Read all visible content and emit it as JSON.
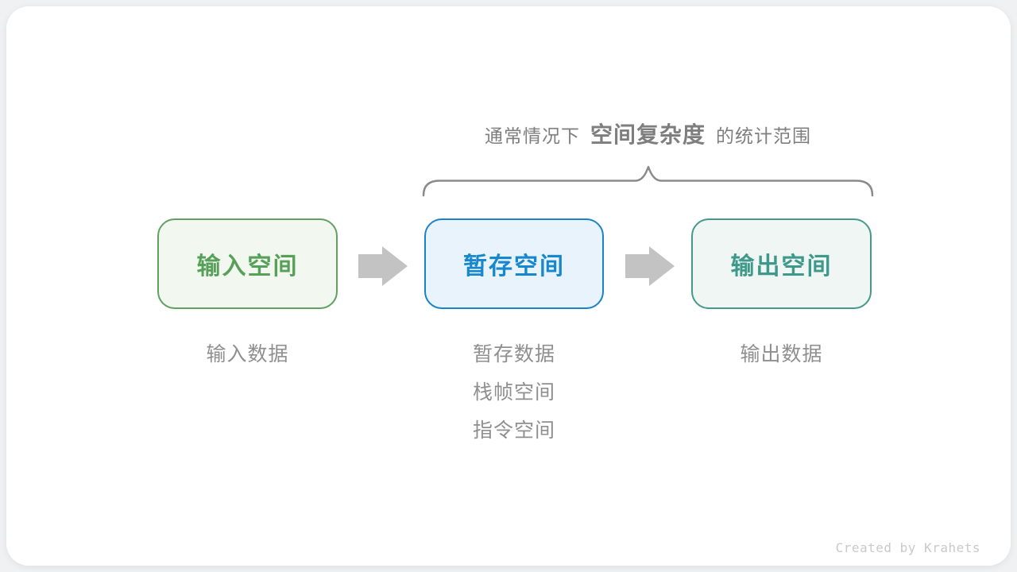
{
  "colors": {
    "page_bg": "#f0f1f2",
    "card_bg": "#ffffff",
    "annotation_text": "#7e7e7e",
    "brace": "#8a8a8a",
    "arrow": "#c3c3c3",
    "sublabel_text": "#8f8f8f",
    "credit_text": "#c9c9c9"
  },
  "annotation": {
    "prefix": "通常情况下",
    "highlight": "空间复杂度",
    "suffix": "的统计范围"
  },
  "flow": {
    "boxes": [
      {
        "id": "input-space",
        "label": "输入空间",
        "text_color": "#57a05a",
        "border_color": "#5fa15f",
        "fill_color": "#f2f7ef"
      },
      {
        "id": "temp-space",
        "label": "暂存空间",
        "text_color": "#1787ce",
        "border_color": "#1a82c8",
        "fill_color": "#e9f3fb"
      },
      {
        "id": "output-space",
        "label": "输出空间",
        "text_color": "#3e998b",
        "border_color": "#46988c",
        "fill_color": "#f0f6f3"
      }
    ],
    "sublabels": {
      "input": "输入数据",
      "temp": [
        "暂存数据",
        "栈帧空间",
        "指令空间"
      ],
      "output": "输出数据"
    }
  },
  "credit": "Created by Krahets"
}
